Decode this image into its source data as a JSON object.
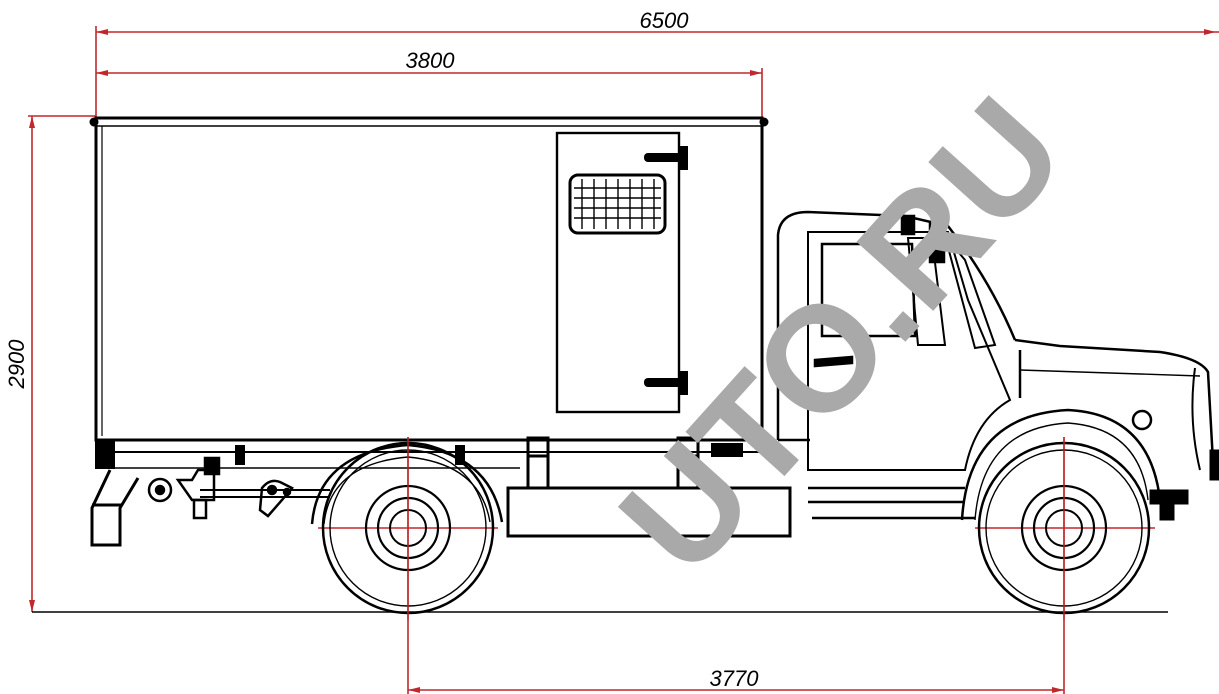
{
  "dimensions": {
    "overall_length": "6500",
    "body_length": "3800",
    "overall_height": "2900",
    "wheelbase": "3770"
  },
  "watermark": {
    "text": "UTO.RU"
  },
  "colors": {
    "line": "#000000",
    "dimension_line": "#c0282d",
    "watermark": "#a9a9a9"
  }
}
